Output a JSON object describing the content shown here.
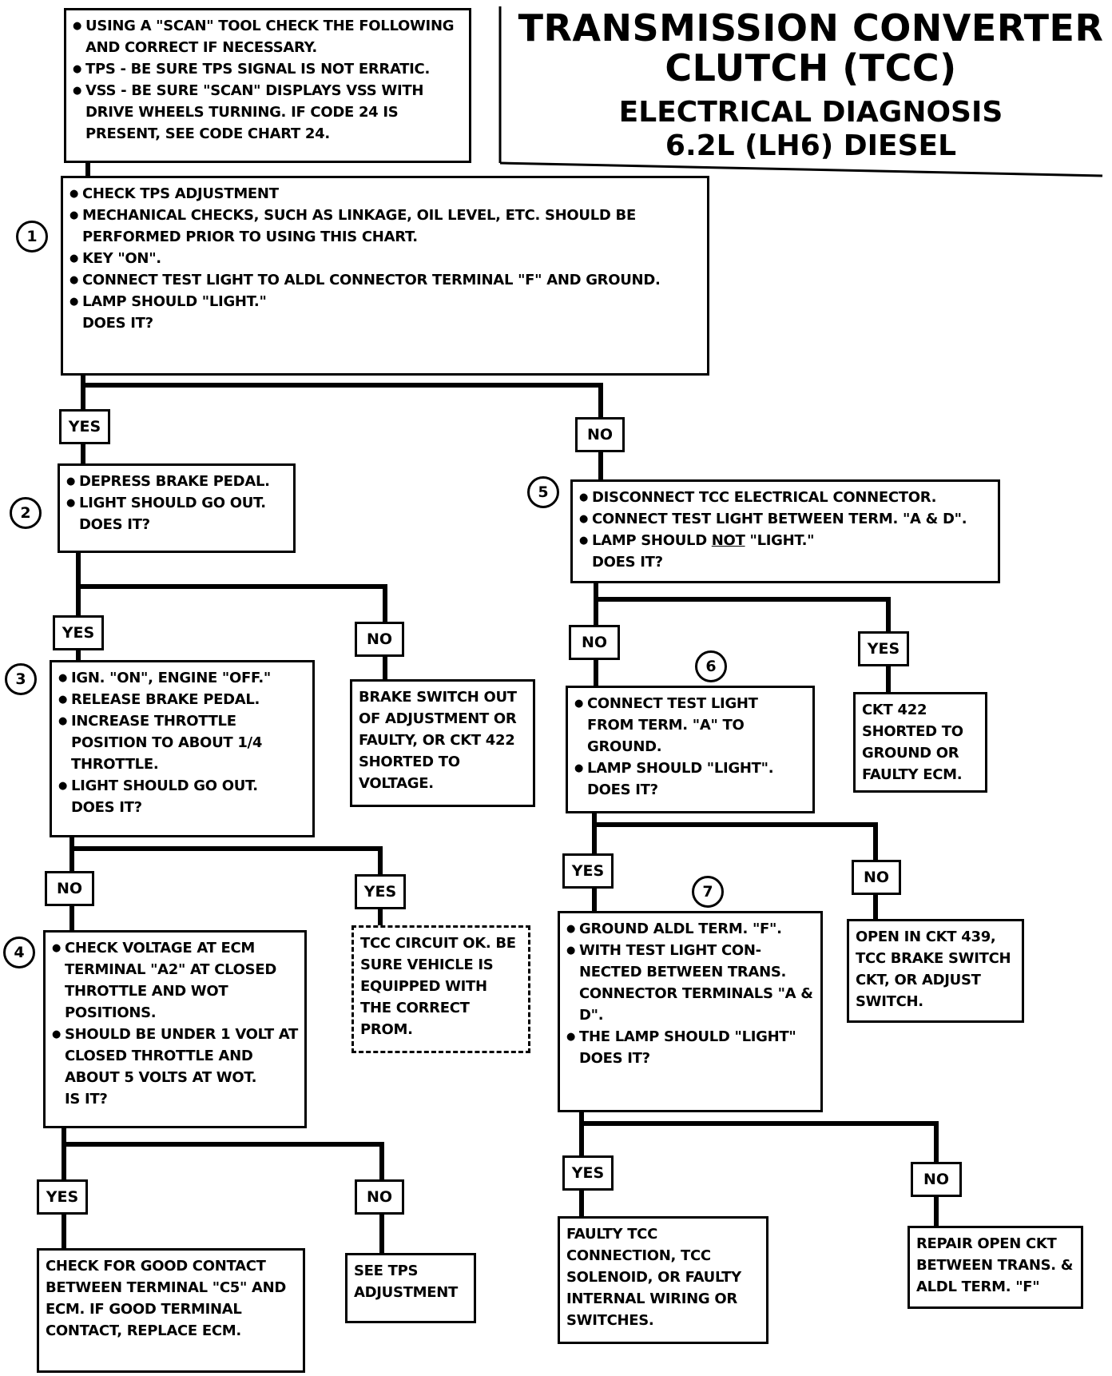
{
  "title": {
    "line1": "TRANSMISSION CONVERTER",
    "line2": "CLUTCH (TCC)",
    "line3": "ELECTRICAL DIAGNOSIS",
    "line4": "6.2L (LH6) DIESEL"
  },
  "intro": [
    "USING A \"SCAN\" TOOL CHECK THE FOLLOWING AND CORRECT IF NECESSARY.",
    "TPS - BE SURE TPS SIGNAL IS NOT ERRATIC.",
    "VSS - BE SURE \"SCAN\" DISPLAYS VSS WITH DRIVE WHEELS TURNING. IF CODE 24 IS PRESENT, SEE CODE CHART 24."
  ],
  "step_numbers": [
    "1",
    "2",
    "3",
    "4",
    "5",
    "6",
    "7"
  ],
  "step1": {
    "items": [
      "CHECK TPS ADJUSTMENT",
      "MECHANICAL CHECKS, SUCH AS LINKAGE, OIL LEVEL, ETC. SHOULD BE PERFORMED PRIOR TO USING THIS CHART.",
      "KEY \"ON\".",
      "CONNECT TEST LIGHT TO ALDL CONNECTOR TERMINAL \"F\" AND GROUND.",
      "LAMP SHOULD \"LIGHT.\""
    ],
    "question": "DOES IT?"
  },
  "step2": {
    "items": [
      "DEPRESS BRAKE PEDAL.",
      "LIGHT SHOULD GO OUT."
    ],
    "question": "DOES IT?"
  },
  "step3": {
    "items": [
      "IGN. \"ON\", ENGINE \"OFF.\"",
      "RELEASE BRAKE PEDAL.",
      "INCREASE THROTTLE POSITION TO ABOUT 1/4 THROTTLE.",
      "LIGHT SHOULD GO OUT."
    ],
    "question": "DOES IT?"
  },
  "step4": {
    "items": [
      "CHECK VOLTAGE AT ECM TERMINAL \"A2\" AT CLOSED THROTTLE AND WOT POSITIONS.",
      "SHOULD BE UNDER 1 VOLT AT CLOSED THROTTLE AND ABOUT 5 VOLTS AT WOT."
    ],
    "question": "IS IT?"
  },
  "step5": {
    "items": [
      "DISCONNECT TCC ELECTRICAL CONNECTOR.",
      "CONNECT TEST LIGHT BETWEEN TERM. \"A & D\"."
    ],
    "item3_pre": "LAMP SHOULD ",
    "item3_u": "NOT",
    "item3_post": " \"LIGHT.\"",
    "question": "DOES IT?"
  },
  "step6": {
    "items": [
      "CONNECT TEST LIGHT FROM TERM. \"A\" TO GROUND.",
      "LAMP SHOULD \"LIGHT\"."
    ],
    "question": "DOES IT?"
  },
  "step7": {
    "items": [
      "GROUND ALDL TERM. \"F\".",
      "WITH TEST LIGHT CON-NECTED BETWEEN TRANS. CONNECTOR TERMINALS \"A & D\".",
      "THE LAMP SHOULD \"LIGHT\""
    ],
    "question": "DOES IT?"
  },
  "results": {
    "brake_switch": "BRAKE SWITCH OUT OF ADJUSTMENT OR FAULTY, OR CKT 422 SHORTED TO VOLTAGE.",
    "tcc_ok": "TCC CIRCUIT OK. BE SURE VEHICLE IS EQUIPPED WITH THE CORRECT PROM.",
    "check_contact": "CHECK FOR GOOD CONTACT BETWEEN TERMINAL \"C5\" AND ECM. IF GOOD TERMINAL CONTACT, REPLACE ECM.",
    "see_tps": "SEE TPS ADJUSTMENT",
    "ckt422": "CKT 422 SHORTED TO GROUND OR FAULTY ECM.",
    "open439": "OPEN IN CKT 439, TCC BRAKE SWITCH CKT, OR ADJUST SWITCH.",
    "faulty_tcc": "FAULTY TCC CONNECTION, TCC SOLENOID, OR FAULTY INTERNAL WIRING OR SWITCHES.",
    "repair_open": "REPAIR OPEN CKT BETWEEN TRANS. & ALDL TERM. \"F\""
  },
  "labels": {
    "yes": "YES",
    "no": "NO"
  }
}
